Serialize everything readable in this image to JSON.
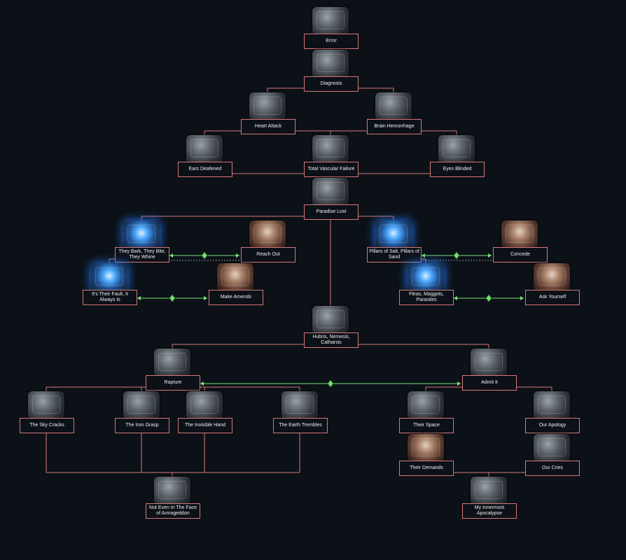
{
  "focuses": [
    {
      "id": "error",
      "label": "Error",
      "icon": "skull-machine-icon",
      "style": "grey"
    },
    {
      "id": "diagnosis",
      "label": "Diagnosis",
      "icon": "server-rack-icon",
      "style": "grey"
    },
    {
      "id": "heart_attack",
      "label": "Heart Attack",
      "icon": "heart-monitor-icon",
      "style": "grey"
    },
    {
      "id": "brain_hemorrhage",
      "label": "Brain Hemorrhage",
      "icon": "brain-icon",
      "style": "grey"
    },
    {
      "id": "ears_deafened",
      "label": "Ears Deafened",
      "icon": "speakers-icon",
      "style": "grey"
    },
    {
      "id": "total_vascular_failure",
      "label": "Total Vascular Failure",
      "icon": "vascular-screen-icon",
      "style": "grey"
    },
    {
      "id": "eyes_blinded",
      "label": "Eyes Blinded",
      "icon": "eyeball-icon",
      "style": "grey"
    },
    {
      "id": "paradise_lost",
      "label": "Paradise Lost",
      "icon": "broken-screen-icon",
      "style": "grey"
    },
    {
      "id": "they_bark",
      "label": "They Bark, They Bite, They Whine",
      "icon": "glowing-hound-icon",
      "style": "glow"
    },
    {
      "id": "reach_out",
      "label": "Reach Out",
      "icon": "hand-reaching-icon",
      "style": "red"
    },
    {
      "id": "pillars_of_salt",
      "label": "Pillars of Salt, Pillars of Sand",
      "icon": "gear-glow-icon",
      "style": "glow"
    },
    {
      "id": "concede",
      "label": "Concede",
      "icon": "map-scroll-icon",
      "style": "red"
    },
    {
      "id": "their_fault",
      "label": "It's Their Fault, It Always Is",
      "icon": "glowing-machine-icon",
      "style": "glow"
    },
    {
      "id": "make_amends",
      "label": "Make Amends",
      "icon": "torn-photo-icon",
      "style": "red"
    },
    {
      "id": "fleas_maggots",
      "label": "Fleas, Maggots, Parasites",
      "icon": "swarm-icon",
      "style": "glow"
    },
    {
      "id": "ask_yourself",
      "label": "Ask Yourself",
      "icon": "figure-icon",
      "style": "red"
    },
    {
      "id": "hubris",
      "label": "Hubris, Nemesis, Catharsis",
      "icon": "winged-portrait-icon",
      "style": "grey"
    },
    {
      "id": "rapture",
      "label": "Rapture",
      "icon": "sawblade-icon",
      "style": "grey"
    },
    {
      "id": "admit_it",
      "label": "Admit It",
      "icon": "anatomical-heart-icon",
      "style": "grey"
    },
    {
      "id": "sky_cracks",
      "label": "The Sky Cracks",
      "icon": "cracked-orb-icon",
      "style": "grey"
    },
    {
      "id": "iron_grasp",
      "label": "The Iron Grasp",
      "icon": "factory-icon",
      "style": "grey"
    },
    {
      "id": "invisible_hand",
      "label": "The Invisible Hand",
      "icon": "hexagon-cube-icon",
      "style": "grey"
    },
    {
      "id": "earth_trembles",
      "label": "The Earth Trembles",
      "icon": "building-blocks-icon",
      "style": "grey"
    },
    {
      "id": "their_space",
      "label": "Their Space",
      "icon": "tangled-wires-icon",
      "style": "grey"
    },
    {
      "id": "our_apology",
      "label": "Our Apology",
      "icon": "broken-blade-icon",
      "style": "grey"
    },
    {
      "id": "their_demands",
      "label": "Their Demands",
      "icon": "kanji-tiles-icon",
      "style": "red"
    },
    {
      "id": "our_cries",
      "label": "Our Cries",
      "icon": "crowd-icon",
      "style": "grey"
    },
    {
      "id": "armageddon",
      "label": "Not Even In The Face of Armageddon",
      "icon": "gears-icon",
      "style": "grey"
    },
    {
      "id": "innermost_apocalypse",
      "label": "My Innermost Apocalypse",
      "icon": "window-icon",
      "style": "grey"
    }
  ],
  "colors": {
    "background": "#0b1117",
    "connector": "#d6777a",
    "exclusive": "#7be07b",
    "frame": "#d6777a",
    "label_text": "#f0f0f0"
  }
}
